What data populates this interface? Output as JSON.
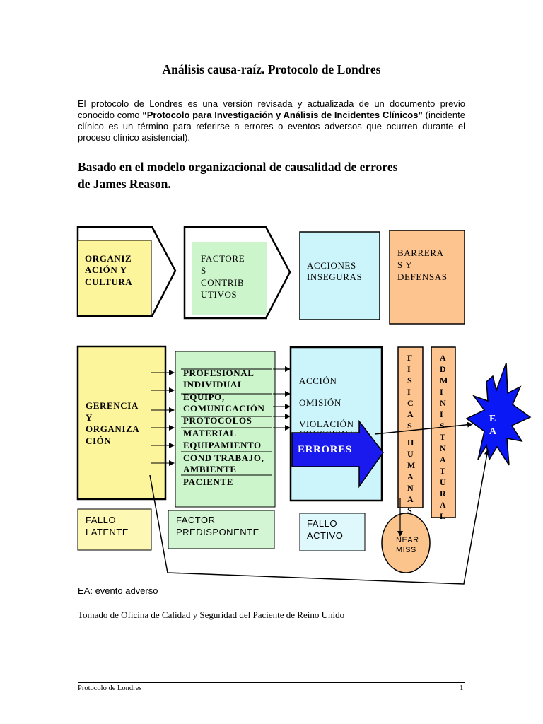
{
  "title": "Análisis causa-raíz. Protocolo de Londres",
  "intro": {
    "part1": "El protocolo de Londres es una versión revisada y actualizada de un documento previo conocido como ",
    "bold": "“Protocolo para Investigación y Análisis de Incidentes Clínicos”",
    "part2": " (incidente clínico es un término para referirse a errores o eventos adversos que ocurren durante el proceso clínico asistencial)."
  },
  "subtitle_line1": "Basado en el modelo organizacional de causalidad de errores",
  "subtitle_line2": "de James Reason.",
  "diagram": {
    "colors": {
      "yellow": "#fdf59c",
      "green": "#ccf5cc",
      "cyan": "#ccf5fb",
      "orange": "#fdc48f",
      "blue_arrow": "#1a1aee",
      "star": "#0a18f5",
      "near_miss": "#fbc48d",
      "latent": "#fdf8b4",
      "predisponente": "#d4f5d4",
      "activo": "#dff8fb"
    },
    "top_row": {
      "org_cultura": [
        "ORGANIZ",
        "ACIÓN Y",
        "CULTURA"
      ],
      "factores": [
        "FACTORE",
        "S",
        "CONTRIB",
        "UTIVOS"
      ],
      "acciones": [
        "ACCIONES",
        "INSEGURAS"
      ],
      "barreras": [
        "BARRERA",
        "S Y",
        "DEFENSAS"
      ]
    },
    "gerencia": [
      "GERENCIA",
      "Y",
      "ORGANIZA",
      "CIÓN"
    ],
    "factors_list": [
      "PROFESIONAL",
      "INDIVIDUAL",
      "EQUIPO,",
      "COMUNICACIÓN",
      "PROTOCOLOS",
      "MATERIAL",
      "EQUIPAMIENTO",
      "COND TRABAJO,",
      "AMBIENTE",
      "PACIENTE"
    ],
    "actions_list": [
      "ACCIÓN",
      "OMISIÓN",
      "VIOLACIÓN",
      "CONSCIENTE"
    ],
    "errores_label": "ERRORES",
    "fisicas_letters": [
      "F",
      "I",
      "S",
      "I",
      "C",
      "A",
      "S"
    ],
    "humanas_letters": [
      "H",
      "U",
      "M",
      "A",
      "N",
      "A",
      "S"
    ],
    "administ_letters": [
      "A",
      "D",
      "M",
      "I",
      "N",
      "I",
      "S",
      "T"
    ],
    "natural_letters": [
      "N",
      "A",
      "T",
      "U",
      "R",
      "A",
      "L"
    ],
    "ea_label": [
      "E",
      "A"
    ],
    "fallo_latente": [
      "FALLO",
      "LATENTE"
    ],
    "factor_predisponente": [
      "FACTOR",
      "PREDISPONENTE"
    ],
    "fallo_activo": [
      "FALLO",
      "ACTIVO"
    ],
    "near_miss": [
      "NEAR",
      "MISS"
    ]
  },
  "ea_note": "EA: evento adverso",
  "source": "Tomado de Oficina de Calidad y Seguridad del Paciente de Reino Unido",
  "footer": {
    "left": "Protocolo de Londres",
    "page_number": "1"
  }
}
